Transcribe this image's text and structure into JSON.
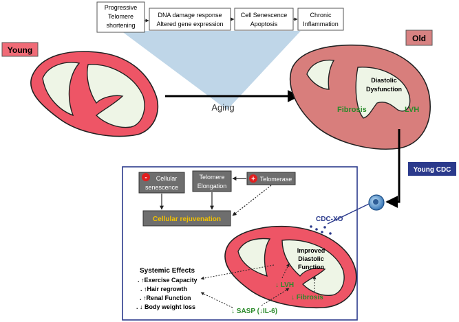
{
  "pathway": {
    "box1": {
      "line1": "Progressive",
      "line2": "Telomere",
      "line3": "shortening"
    },
    "box2": {
      "line1": "DNA damage response",
      "line2": "Altered gene expression"
    },
    "box3": {
      "line1": "Cell Senescence",
      "line2": "Apoptosis"
    },
    "box4": {
      "line1": "Chronic",
      "line2": "Inflammation"
    }
  },
  "labels": {
    "young": "Young",
    "old": "Old",
    "aging": "Aging",
    "young_cdc": "Young CDC",
    "cdc_xo": "CDC-XO"
  },
  "old_heart": {
    "diastolic_line1": "Diastolic",
    "diastolic_line2": "Dysfunction",
    "fibrosis": "Fibrosis",
    "lvh": "LVH"
  },
  "mechanism": {
    "senescence_line1": "Cellular",
    "senescence_line2": "senescence",
    "senescence_sign": "-",
    "telomere_line1": "Telomere",
    "telomere_line2": "Elongation",
    "telomerase": "Telomerase",
    "telomerase_sign": "+",
    "rejuvenation": "Cellular rejuvenation"
  },
  "treated_heart": {
    "improved_line1": "Improved",
    "improved_line2": "Diastolic",
    "improved_line3": "Function",
    "lvh": "↓ LVH",
    "fibrosis": "↓ Fibrosis",
    "sasp": "↓ SASP (↓IL-6)"
  },
  "systemic": {
    "title": "Systemic Effects",
    "items": [
      "↑Exercise Capacity",
      "↑Hair regrowth",
      "↑Renal Function",
      "↓ Body weight loss"
    ]
  },
  "colors": {
    "myocardium_young": "#ee5566",
    "myocardium_old": "#d87e7c",
    "cavity": "#eef5e6",
    "young_label_bg": "#f06b77",
    "old_label_bg": "#d88282",
    "funnel": "#b8d1e6",
    "panel_border": "#2b3a8c",
    "young_cdc_bg": "#2b3a8c",
    "gray_box": "#6e6e6e",
    "rejuvenation_text": "#f2c200",
    "green_text": "#2a8a2a",
    "cdc_xo_text": "#2b3a8c"
  }
}
